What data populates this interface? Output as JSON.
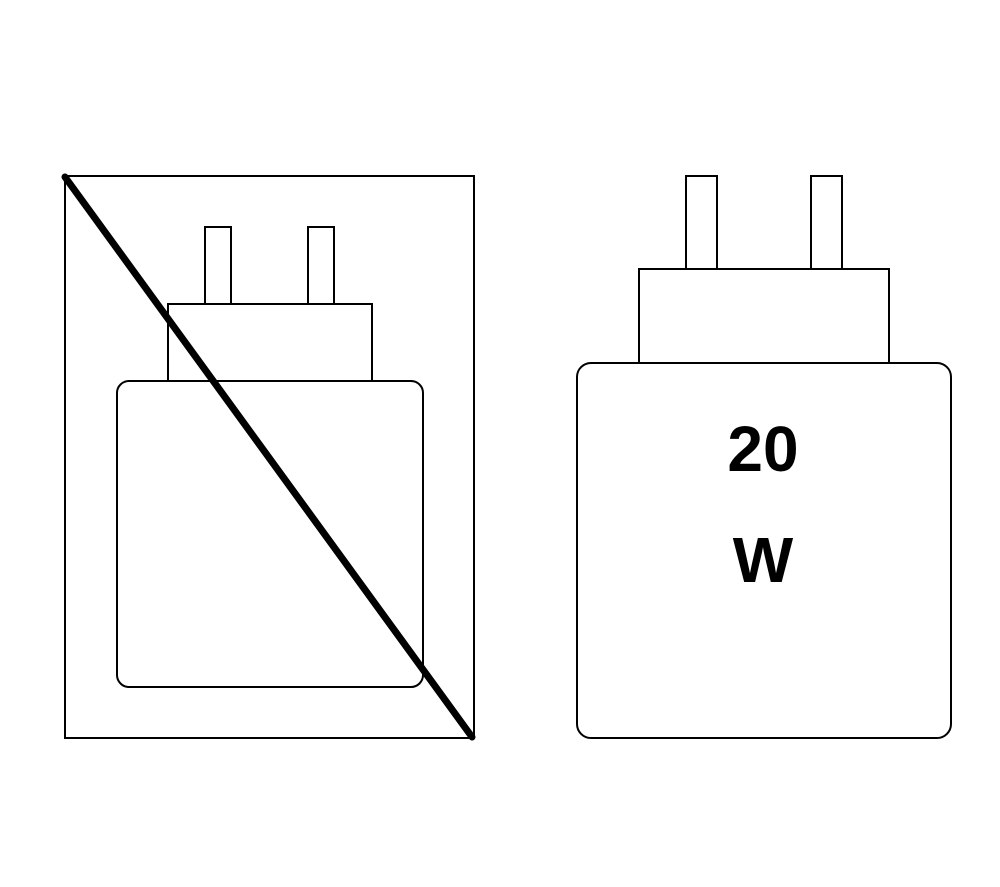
{
  "colors": {
    "background": "#ffffff",
    "stroke": "#000000"
  },
  "left_symbol": {
    "meaning": "charger-not-included",
    "icon": "crossed-out-plug-charger"
  },
  "right_symbol": {
    "icon": "plug-charger",
    "power_value": "20",
    "power_unit": "W"
  }
}
